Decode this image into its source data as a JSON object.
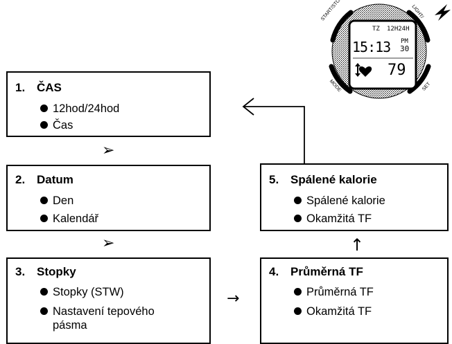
{
  "watch": {
    "btn_start_stop": "START/STOP",
    "btn_light": "LIGHT/",
    "btn_mode": "MODE",
    "btn_set": "SET",
    "indicator_tz": "TZ",
    "indicator_format": "12H24H",
    "time": "15:13",
    "ampm": "PM",
    "seconds": "30",
    "heart_value": "79"
  },
  "boxes": [
    {
      "num": "1.",
      "title": "ČAS",
      "items": [
        "12hod/24hod",
        "Čas"
      ]
    },
    {
      "num": "2.",
      "title": "Datum",
      "items": [
        "Den",
        "Kalendář"
      ]
    },
    {
      "num": "3.",
      "title": "Stopky",
      "items": [
        "Stopky (STW)",
        "Nastavení tepového"
      ],
      "continuation": "pásma"
    },
    {
      "num": "4.",
      "title": "Průměrná TF",
      "items": [
        "Průměrná TF",
        "Okamžitá TF"
      ]
    },
    {
      "num": "5.",
      "title": "Spálené kalorie",
      "items": [
        "Spálené kalorie",
        "Okamžitá TF"
      ]
    }
  ],
  "arrows": {
    "down_1_2": "➢",
    "down_2_3": "➢",
    "right_3_4": "→",
    "up_4_5": "↑"
  }
}
